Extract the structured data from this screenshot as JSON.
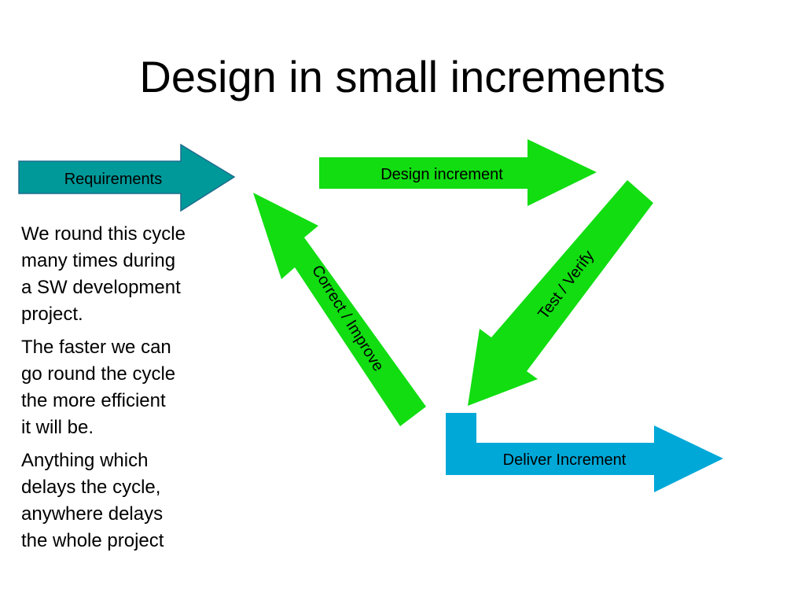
{
  "slide": {
    "title": "Design in small increments"
  },
  "diagram": {
    "colors": {
      "requirements": "#009999",
      "cycle": "#11DD11",
      "deliver": "#00A8D8",
      "outline": "#1E6E8E"
    },
    "arrows": {
      "requirements": "Requirements",
      "design": "Design increment",
      "test": "Test / Verify",
      "correct": "Correct / Improve",
      "deliver": "Deliver Increment"
    }
  },
  "notes": {
    "paragraphs": [
      "We round this cycle\nmany times during\na SW development\nproject.",
      "The faster we can\ngo round the cycle\nthe more efficient\nit will be.",
      "Anything which\ndelays the cycle,\nanywhere  delays\nthe whole project"
    ]
  }
}
